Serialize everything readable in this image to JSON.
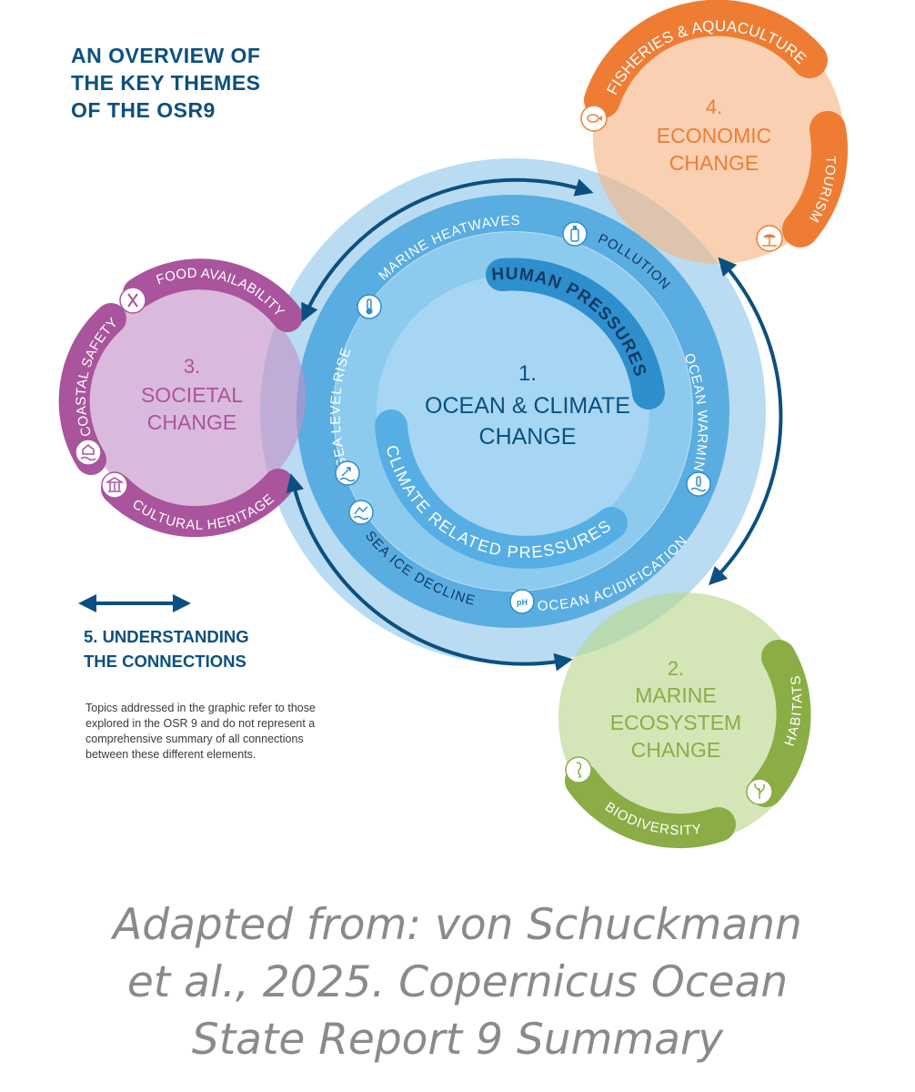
{
  "title": [
    "AN OVERVIEW OF",
    "THE KEY THEMES",
    "OF THE OSR9"
  ],
  "center": {
    "number": "1.",
    "line1": "OCEAN & CLIMATE",
    "line2": "CHANGE"
  },
  "human_pressures": "HUMAN PRESSURES",
  "climate_pressures": "CLIMATE RELATED PRESSURES",
  "ring_items": {
    "marine_heatwaves": "MARINE HEATWAVES",
    "pollution": "POLLUTION",
    "ocean_warming": "OCEAN WARMING",
    "ocean_acidification": "OCEAN ACIDIFICATION",
    "sea_ice_decline": "SEA ICE DECLINE",
    "sea_level_rise": "SEA LEVEL RISE"
  },
  "marine": {
    "number": "2.",
    "line1": "MARINE",
    "line2": "ECOSYSTEM",
    "line3": "CHANGE",
    "habitats": "HABITATS",
    "biodiversity": "BIODIVERSITY"
  },
  "societal": {
    "number": "3.",
    "line1": "SOCIETAL",
    "line2": "CHANGE",
    "food": "FOOD AVAILABILITY",
    "coastal": "COASTAL SAFETY",
    "heritage": "CULTURAL HERITAGE"
  },
  "economic": {
    "number": "4.",
    "line1": "ECONOMIC",
    "line2": "CHANGE",
    "fisheries": "FISHERIES & AQUACULTURE",
    "tourism": "TOURISM"
  },
  "connections": {
    "line1": "5. UNDERSTANDING",
    "line2": "THE CONNECTIONS"
  },
  "note": "Topics addressed in the graphic refer to those explored in the OSR 9 and do not represent a comprehensive summary of all connections between these different elements.",
  "caption": [
    "Adapted from: von Schuckmann",
    "et al., 2025. Copernicus Ocean",
    "State Report 9 Summary"
  ],
  "colors": {
    "navy": "#0b5080",
    "center_light": "#b9dcf3",
    "ring": "#59ade0",
    "inner_circle": "#8ccbee",
    "band": "#2e8fcc",
    "economic_fill": "#f7c9a5",
    "economic_band": "#ee7d33",
    "societal_fill": "#dcbcdd",
    "societal_band": "#a9549d",
    "marine_fill": "#d3e3b1",
    "marine_band": "#8aad46"
  }
}
